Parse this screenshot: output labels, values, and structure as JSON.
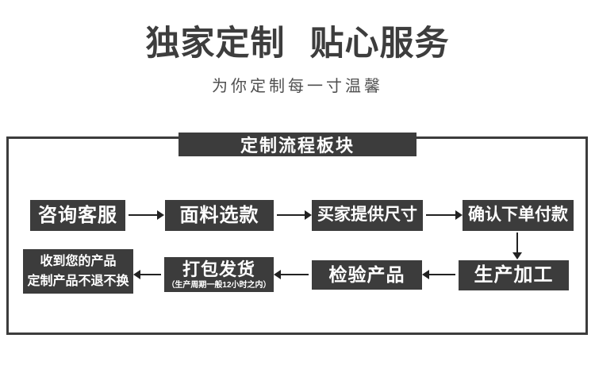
{
  "header": {
    "title": "独家定制 贴心服务",
    "subtitle": "为你定制每一寸温馨"
  },
  "flow": {
    "panel_title": "定制流程板块",
    "row1": [
      {
        "label": "咨询客服"
      },
      {
        "label": "面料选款"
      },
      {
        "label": "买家提供尺寸"
      },
      {
        "label": "确认下单付款"
      }
    ],
    "row2": [
      {
        "label": "生产加工"
      },
      {
        "label": "检验产品"
      },
      {
        "label": "打包发货",
        "note": "（生产周期一般12小时之内）"
      },
      {
        "label": "收到您的产品",
        "label2": "定制产品不退不换"
      }
    ]
  },
  "colors": {
    "background": "#ffffff",
    "box_bg": "#3c3c3c",
    "box_text": "#ffffff",
    "panel_border": "#3c3c3c",
    "title_text": "#3d3d3d",
    "subtitle_text": "#4f4f4f",
    "arrow": "#222222"
  }
}
